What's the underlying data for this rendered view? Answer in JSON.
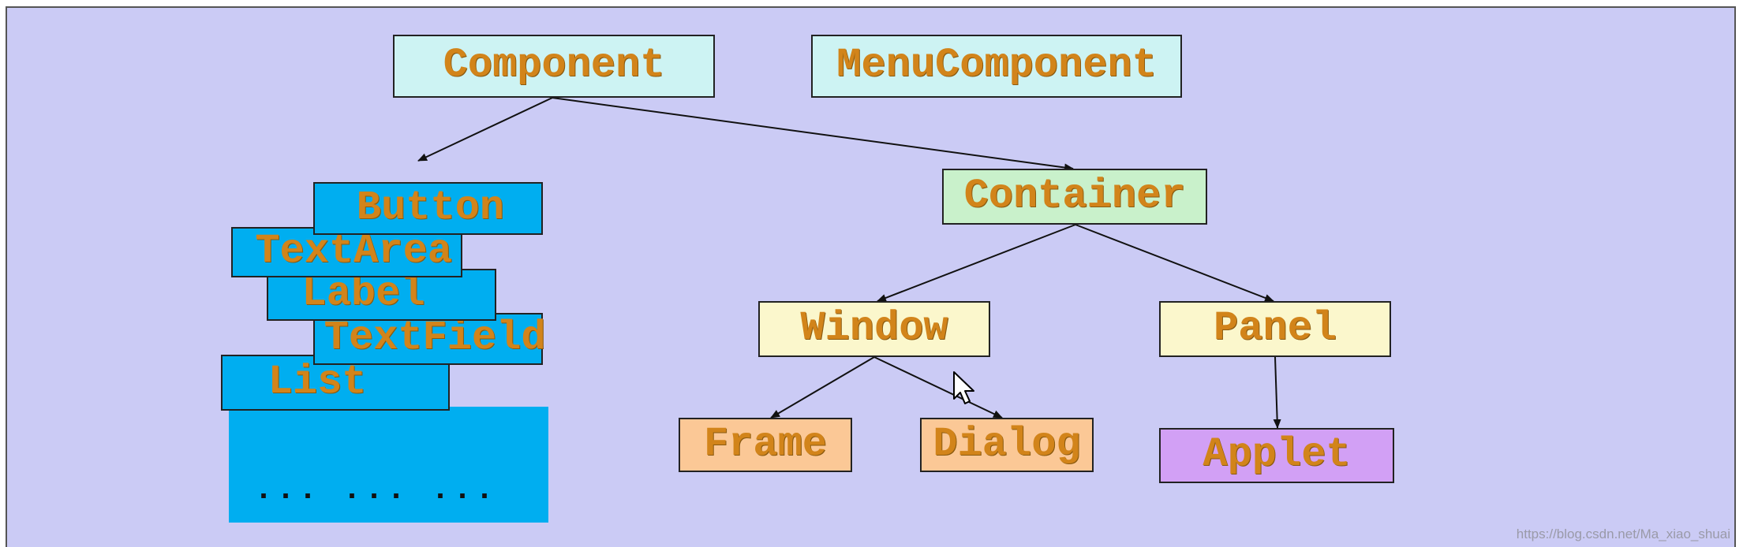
{
  "colors": {
    "background": "#cbcbf5",
    "label_text": "#d2841a",
    "component_fill": "#cdf3f3",
    "menucomponent_fill": "#cdf3f3",
    "container_fill": "#c9f1cb",
    "window_fill": "#fbf7cc",
    "panel_fill": "#fbf7cc",
    "frame_fill": "#fbc896",
    "dialog_fill": "#fbc896",
    "applet_fill": "#d2a0f5",
    "stack_fill": "#00aef0",
    "edge": "#111111"
  },
  "nodes": {
    "component": "Component",
    "menucomponent": "MenuComponent",
    "container": "Container",
    "window": "Window",
    "panel": "Panel",
    "frame": "Frame",
    "dialog": "Dialog",
    "applet": "Applet"
  },
  "stack_items": {
    "button": "Button",
    "textarea": "TextArea",
    "label": "Label",
    "textfield": "TextField",
    "list": "List"
  },
  "ellipsis": "... ... ...",
  "watermark": "https://blog.csdn.net/Ma_xiao_shuai",
  "icons": {
    "cursor": "mouse-pointer-icon"
  }
}
